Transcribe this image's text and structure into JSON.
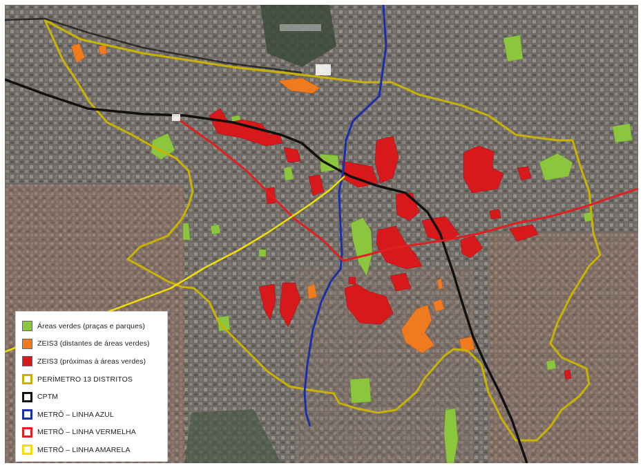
{
  "colors": {
    "green_areas": "#8cc63f",
    "zeis_distant": "#f07a1e",
    "zeis_near": "#d7191c",
    "perimeter": "#c8b400",
    "cptm": "#111111",
    "metro_blue": "#1a2fa8",
    "metro_red": "#e02020",
    "metro_yellow": "#f2e000"
  },
  "legend": {
    "items": [
      {
        "label": "Áreas verdes (praças e parques)",
        "swatch": "fill",
        "color": "#8cc63f"
      },
      {
        "label": "ZEIS3 (distantes de áreas verdes)",
        "swatch": "fill",
        "color": "#f07a1e"
      },
      {
        "label": "ZEIS3 (próximas à áreas verdes)",
        "swatch": "fill",
        "color": "#d7191c"
      },
      {
        "label": "PERÍMETRO 13 DISTRITOS",
        "swatch": "line",
        "color": "#c8b400"
      },
      {
        "label": "CPTM",
        "swatch": "line",
        "color": "#111111"
      },
      {
        "label": "METRÔ – LINHA  AZUL",
        "swatch": "line",
        "color": "#1a2fa8"
      },
      {
        "label": "METRÔ – LINHA VERMELHA",
        "swatch": "line",
        "color": "#e02020"
      },
      {
        "label": "METRÔ – LINHA AMARELA",
        "swatch": "line",
        "color": "#f2e000"
      }
    ]
  }
}
